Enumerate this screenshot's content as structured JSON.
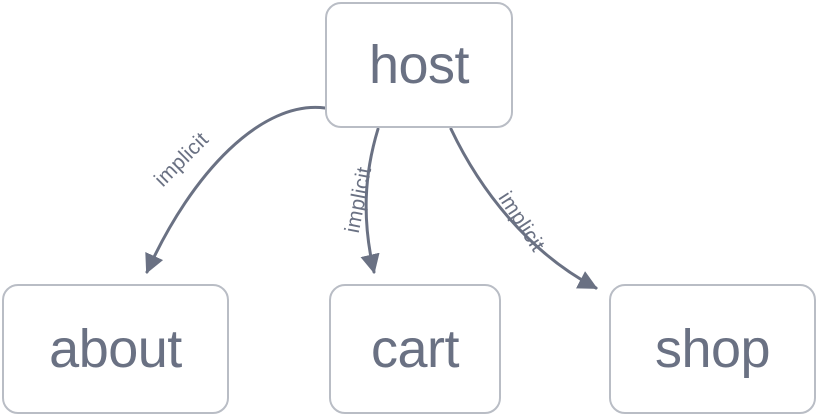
{
  "diagram": {
    "type": "directed-graph",
    "background_color": "#ffffff",
    "node_border_color": "#b9bdc5",
    "node_fill_color": "#ffffff",
    "node_text_color": "#6a7183",
    "edge_color": "#6a7183",
    "nodes": [
      {
        "id": "host",
        "label": "host"
      },
      {
        "id": "about",
        "label": "about"
      },
      {
        "id": "cart",
        "label": "cart"
      },
      {
        "id": "shop",
        "label": "shop"
      }
    ],
    "edges": [
      {
        "from": "host",
        "to": "about",
        "label": "implicit"
      },
      {
        "from": "host",
        "to": "cart",
        "label": "implicit"
      },
      {
        "from": "host",
        "to": "shop",
        "label": "implicit"
      }
    ]
  }
}
